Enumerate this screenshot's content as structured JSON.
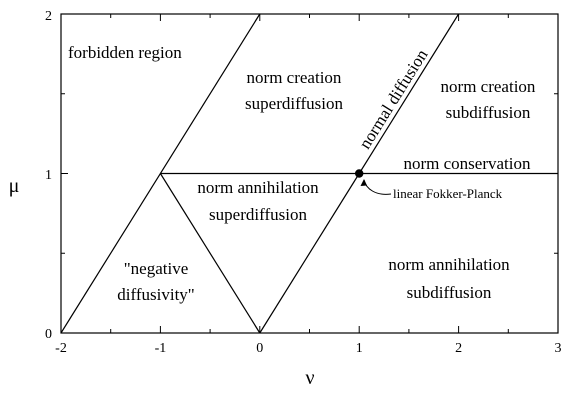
{
  "axes": {
    "x_label": "ν",
    "y_label": "μ",
    "x_ticks": [
      "-2",
      "-1",
      "0",
      "1",
      "2",
      "3"
    ],
    "y_ticks": [
      "0",
      "1",
      "2"
    ],
    "x_range": [
      -2,
      3
    ],
    "y_range": [
      0,
      2
    ]
  },
  "regions": {
    "forbidden": "forbidden region",
    "creation_super_1": "norm creation",
    "creation_super_2": "superdiffusion",
    "creation_sub_1": "norm creation",
    "creation_sub_2": "subdiffusion",
    "normal_diffusion": "normal diffusion",
    "norm_conservation": "norm conservation",
    "annihilation_super_1": "norm annihilation",
    "annihilation_super_2": "superdiffusion",
    "negative_1": "\"negative",
    "negative_2": "diffusivity\"",
    "annihilation_sub_1": "norm annihilation",
    "annihilation_sub_2": "subdiffusion"
  },
  "annotation": {
    "point_label": "linear Fokker-Planck",
    "point": [
      1,
      1
    ]
  },
  "lines": [
    [
      [
        -2,
        0
      ],
      [
        0,
        2
      ]
    ],
    [
      [
        -1,
        1
      ],
      [
        0,
        0
      ]
    ],
    [
      [
        0,
        0
      ],
      [
        1,
        1
      ]
    ],
    [
      [
        1,
        1
      ],
      [
        2,
        2
      ]
    ],
    [
      [
        -1,
        1
      ],
      [
        3,
        1
      ]
    ]
  ]
}
